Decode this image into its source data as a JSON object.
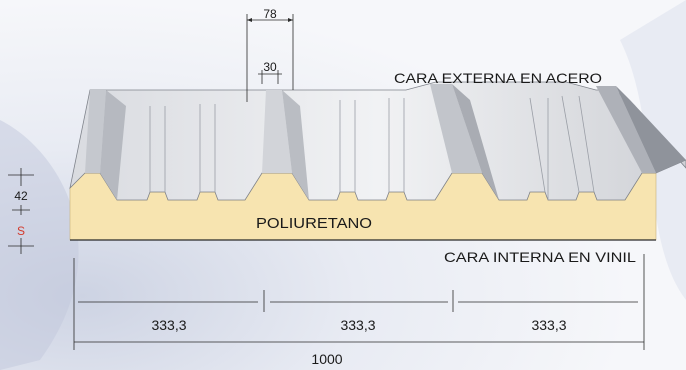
{
  "labels": {
    "top_width": "78",
    "crest_width": "30",
    "height": "42",
    "thickness": "S",
    "outer_face": "CARA EXTERNA EN ACERO",
    "core": "POLIURETANO",
    "inner_face": "CARA INTERNA EN VINIL",
    "segment_1": "333,3",
    "segment_2": "333,3",
    "segment_3": "333,3",
    "total_width": "1000"
  },
  "colors": {
    "steel_light": "#e6e7ea",
    "steel_mid": "#c7c9ce",
    "steel_dark": "#9ea1a8",
    "foam": "#f7e4b0",
    "accent_red": "#d33a2c",
    "line": "#2a2a2a"
  }
}
